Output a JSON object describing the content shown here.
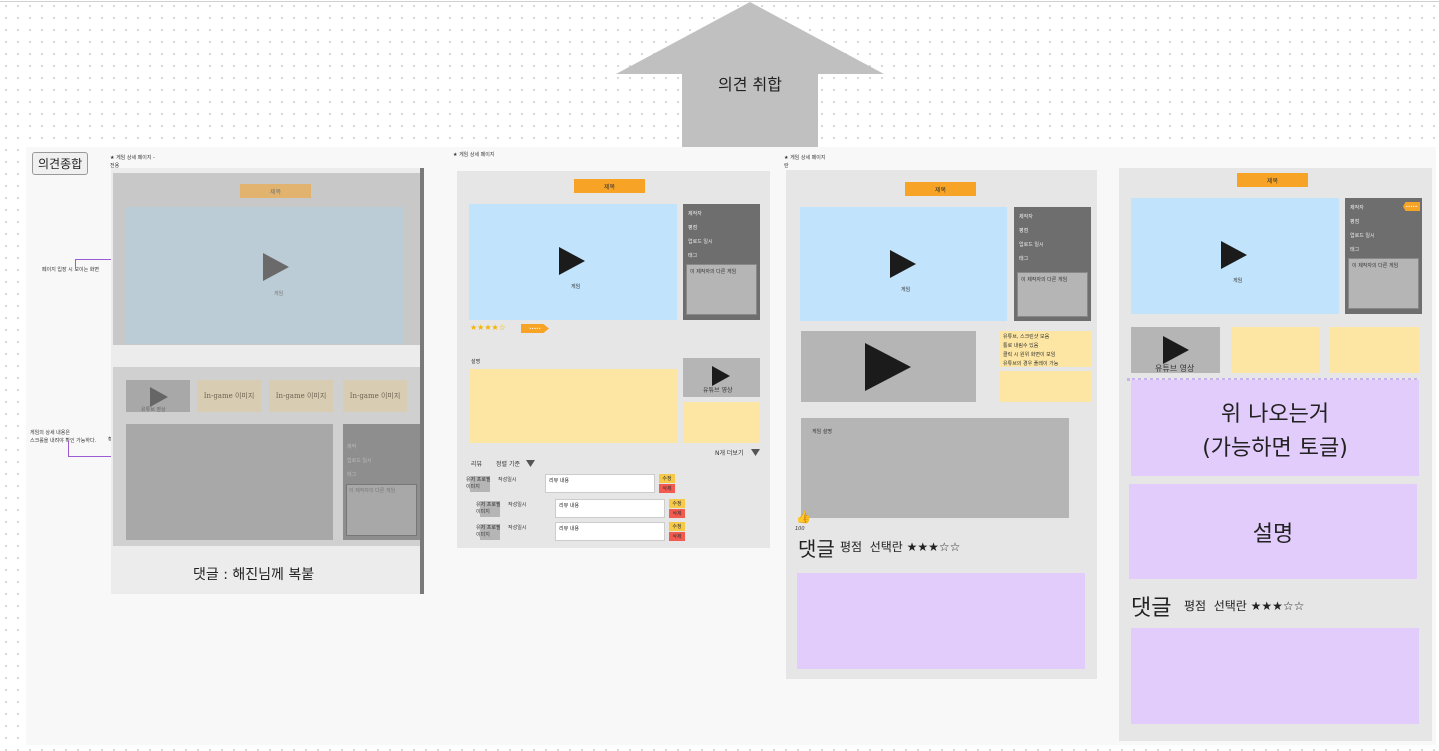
{
  "arrow": {
    "label": "의견 취합"
  },
  "section": {
    "label": "의견종합"
  },
  "notes": {
    "page_enter": "페이지 입장 시 보이는 화면",
    "scroll_note_1": "게임의 상세 내용은",
    "scroll_note_2": "스크롤을 내려야 확인 가능하다.",
    "hwak": "확대"
  },
  "frame1": {
    "header_1": "★ 게임 상세 페이지 -",
    "header_2": "전용",
    "title": "제목",
    "video_label": "게임",
    "thumb_label": "유튜브 영상",
    "ingame": [
      "In-game 이미지",
      "In-game 이미지",
      "In-game 이미지"
    ],
    "info": [
      "제작",
      "업로드 일시",
      "태그"
    ],
    "more": "이 제작자의 다른 게임",
    "footer": "댓글 : 해진님께 복붙"
  },
  "frame2": {
    "header": "★ 게임 상세 페이지",
    "title": "제목",
    "video_label": "게임",
    "info": [
      "제작자",
      "평점",
      "업로드 일시",
      "태그"
    ],
    "more": "이 제작자의 다른 게임",
    "stars": "★★★★☆",
    "badge": "•••••",
    "desc_label": "설명",
    "yt_label": "유튜브 영상",
    "more_link": "N개 더보기",
    "review": "리뷰",
    "sort": "정렬 기준",
    "reviews": [
      {
        "profile": "유저 프로필 이미지",
        "date": "작성일시",
        "content": "리뷰 내용",
        "edit": "수정",
        "delete": "삭제"
      },
      {
        "profile": "유저 프로필 이미지",
        "date": "작성일시",
        "content": "리뷰 내용",
        "edit": "수정",
        "delete": "삭제"
      },
      {
        "profile": "유저 프로필 이미지",
        "date": "작성일시",
        "content": "리뷰 내용",
        "edit": "수정",
        "delete": "삭제"
      }
    ]
  },
  "frame3": {
    "header_1": "★ 게임 상세 페이지",
    "header_2": "란",
    "title": "제목",
    "video_label": "게임",
    "info": [
      "제작자",
      "평점",
      "업로드 일시",
      "태그"
    ],
    "more": "이 제작자의 다른 게임",
    "yt_notes": [
      "유튜브, 스크린샷 모음",
      "통로 내림수 있음",
      "클릭 시 원위 화면이 보임",
      "유튜브의 경우 플레이 가능"
    ],
    "desc": "게임 설명",
    "comment": "댓글",
    "rating": "평점  선택란 ★★★☆☆",
    "sticker": "100"
  },
  "frame4": {
    "title": "제목",
    "video_label": "게임",
    "info": [
      "제작자",
      "평점",
      "업로드 일시",
      "태그"
    ],
    "more": "이 제작자의 다른 게임",
    "badge": "•••••",
    "yt_label": "유튜브 영상",
    "toggle_line1": "위 나오는거",
    "toggle_line2": "(가능하면 토글)",
    "desc": "설명",
    "comment": "댓글",
    "rating": "평점  선택란 ★★★☆☆"
  }
}
